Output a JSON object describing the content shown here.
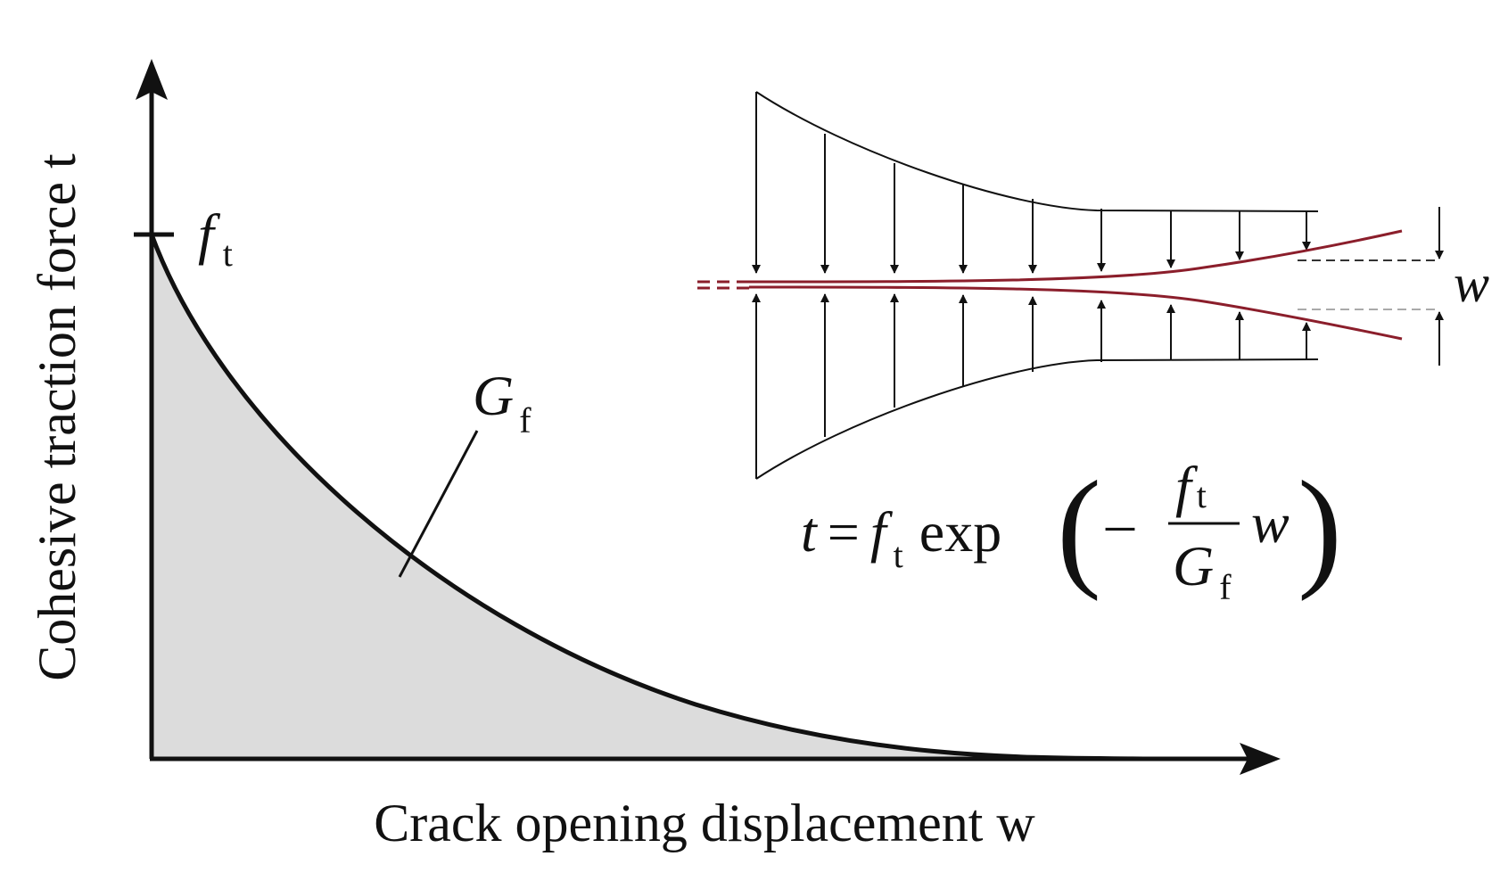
{
  "axes": {
    "y_label": "Cohesive traction force t",
    "x_label": "Crack opening displacement w"
  },
  "markers": {
    "ft_main": "f",
    "ft_sub": "t",
    "area_main": "G",
    "area_sub": "f",
    "w_label": "w"
  },
  "equation": {
    "lhs": "t",
    "equals": "=",
    "f": "f",
    "f_sub": "t",
    "func": "exp",
    "minus": "–",
    "num_main": "f",
    "num_sub": "t",
    "den_main": "G",
    "den_sub": "f",
    "w": "w",
    "open_paren": "(",
    "close_paren": ")"
  },
  "colors": {
    "ink": "#111111",
    "fill_area": "#dcdcdc",
    "crack": "#8b1e2b",
    "dashed_light": "#aaaaaa"
  }
}
